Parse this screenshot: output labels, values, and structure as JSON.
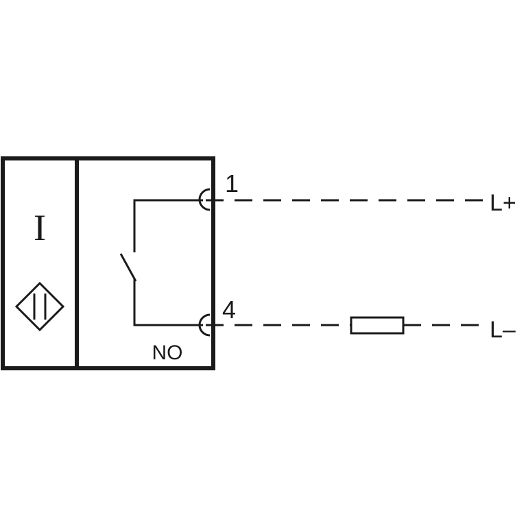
{
  "diagram": {
    "sensor_symbol": "I",
    "sensor_icon": "inductive-diamond-icon",
    "contact_type": "NO",
    "terminals": [
      {
        "number": "1",
        "supply": "L+"
      },
      {
        "number": "4",
        "supply": "L–"
      }
    ],
    "load": "resistor-load-icon",
    "colors": {
      "line": "#1a1a1a",
      "background": "#ffffff"
    }
  }
}
